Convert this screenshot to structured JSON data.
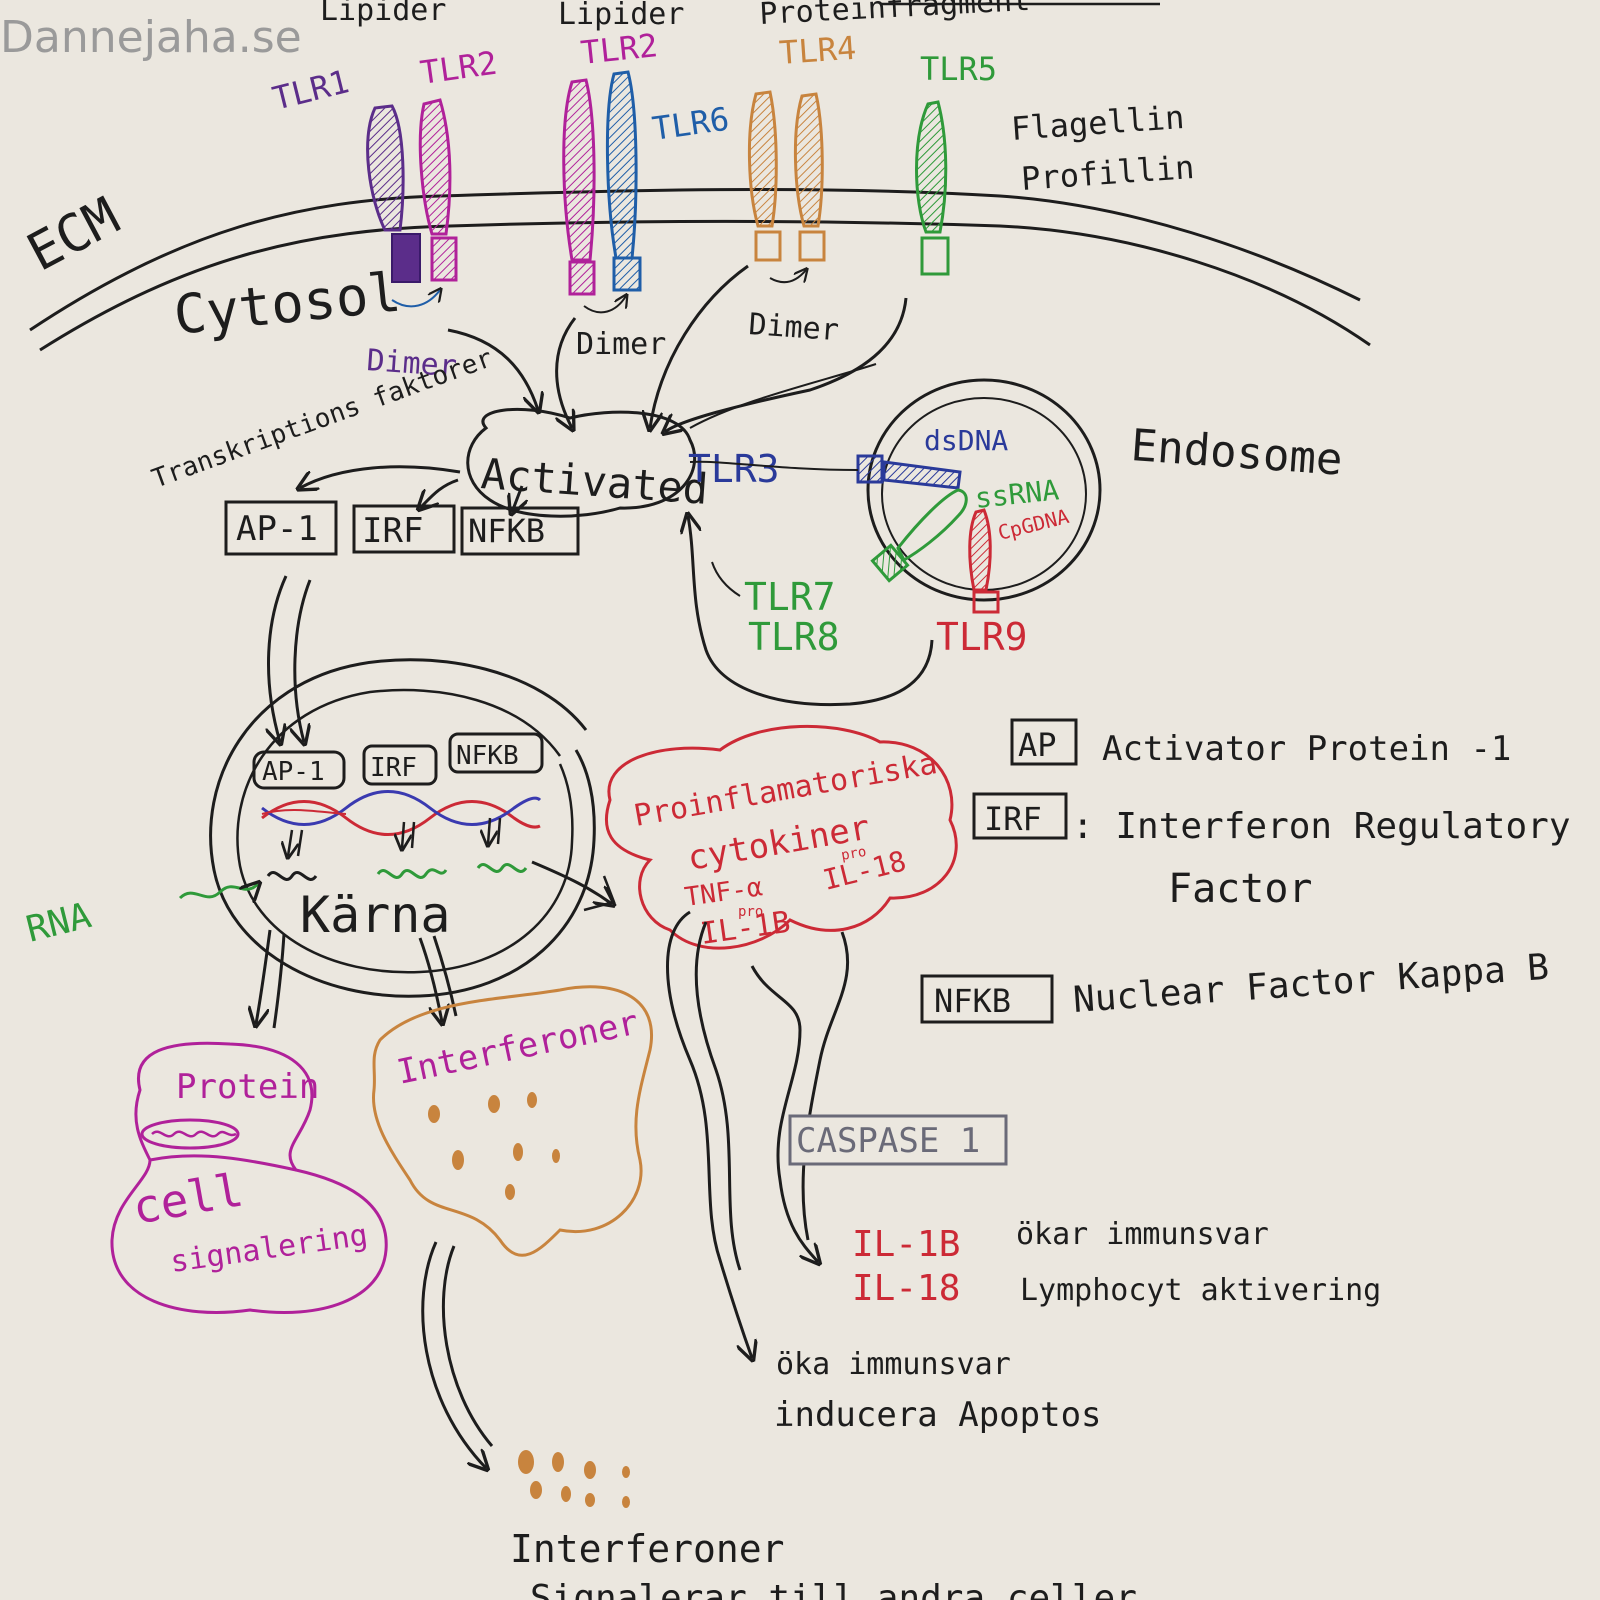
{
  "watermark": "Dannejaha.se",
  "colors": {
    "black": "#1d1d1d",
    "purple": "#5b2d8a",
    "magenta": "#b0219a",
    "blue": "#1f5ea8",
    "orange": "#c8843e",
    "green": "#2f9a3a",
    "red": "#cc2a36",
    "navy": "#2a3a9a",
    "gray": "#6a6a78",
    "paper": "#ebe7df"
  },
  "ligands": {
    "lipider_1": "Lipider",
    "lipider_2": "Lipider",
    "proteinfragment": "Proteinfragment",
    "flagellin": "Flagellin",
    "profillin": "Profillin"
  },
  "receptors": {
    "tlr1": "TLR1",
    "tlr2a": "TLR2",
    "tlr2b": "TLR2",
    "tlr6": "TLR6",
    "tlr4": "TLR4",
    "tlr5": "TLR5",
    "tlr3": "TLR3",
    "tlr7": "TLR7",
    "tlr8": "TLR8",
    "tlr9": "TLR9"
  },
  "regions": {
    "ecm": "ECM",
    "cytosol": "Cytosol",
    "endosome": "Endosome",
    "karna": "Kärna",
    "rna": "RNA"
  },
  "dimers": {
    "d1": "Dimer",
    "d2": "Dimer",
    "d3": "Dimer"
  },
  "activated": "Activated",
  "transcription_label": "Transkriptions faktorer",
  "factors": {
    "ap1": "AP-1",
    "irf": "IRF",
    "nfkb": "NFKB",
    "ap1_nuc": "AP-1",
    "irf_nuc": "IRF",
    "nfkb_nuc": "NFKB"
  },
  "endosome_ligands": {
    "dsdna": "dsDNA",
    "ssrna": "ssRNA",
    "cpgdna": "CpGDNA"
  },
  "cytokines": {
    "title_1": "Proinflamatoriska",
    "title_2": "cytokiner",
    "tnf": "TNF-α",
    "pro_il18_pro": "pro",
    "pro_il18": "IL-18",
    "pro_il1b_pro": "pro",
    "pro_il1b": "IL-1B"
  },
  "caspase": "CASPASE 1",
  "outputs": {
    "il1b": "IL-1B",
    "il18": "IL-18",
    "okar": "ökar immunsvar",
    "lymfo": "Lymphocyt aktivering",
    "oka": "öka immunsvar",
    "inducera": "inducera Apoptos"
  },
  "protein_blob": {
    "protein": "Protein",
    "cell": "cell",
    "signalering": "signalering"
  },
  "interferon_blob": "Interferoner",
  "interferon_bottom": "Interferoner",
  "bottom_cut": "Signalerar till andra celler",
  "legend": {
    "ap_box": "AP",
    "ap_desc": "Activator Protein -1",
    "irf_box": "IRF",
    "irf_desc_1": ": Interferon Regulatory",
    "irf_desc_2": "Factor",
    "nfkb_box": "NFKB",
    "nfkb_desc": "Nuclear Factor Kappa B"
  }
}
